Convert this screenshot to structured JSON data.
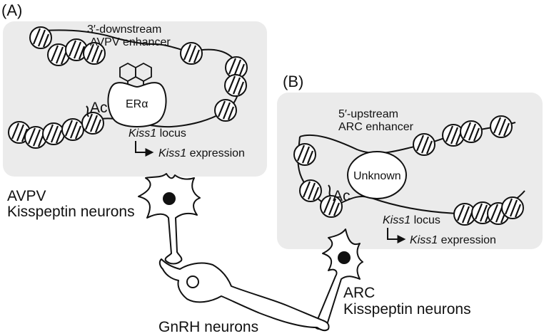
{
  "panel_a": {
    "letter": "(A)",
    "enhancer_line1": "3′-downstream",
    "enhancer_line2": "AVPV enhancer",
    "factor": "ERα",
    "ac": "Ac",
    "locus_gene": "Kiss1",
    "locus_word": " locus",
    "expr_gene": "Kiss1",
    "expr_word": " expression",
    "neuron_line1": "AVPV",
    "neuron_line2": "Kisspeptin neurons"
  },
  "panel_b": {
    "letter": "(B)",
    "enhancer_line1": "5′-upstream",
    "enhancer_line2": "ARC enhancer",
    "factor": "Unknown",
    "ac": "Ac",
    "locus_gene": "Kiss1",
    "locus_word": " locus",
    "expr_gene": "Kiss1",
    "expr_word": " expression",
    "neuron_line1": "ARC",
    "neuron_line2": "Kisspeptin neurons"
  },
  "gnrh_label": "GnRH neurons",
  "colors": {
    "panel_bg": "#ebebeb",
    "ink": "#111111",
    "cell_body": "#ffffff",
    "nucleus": "#111111"
  }
}
